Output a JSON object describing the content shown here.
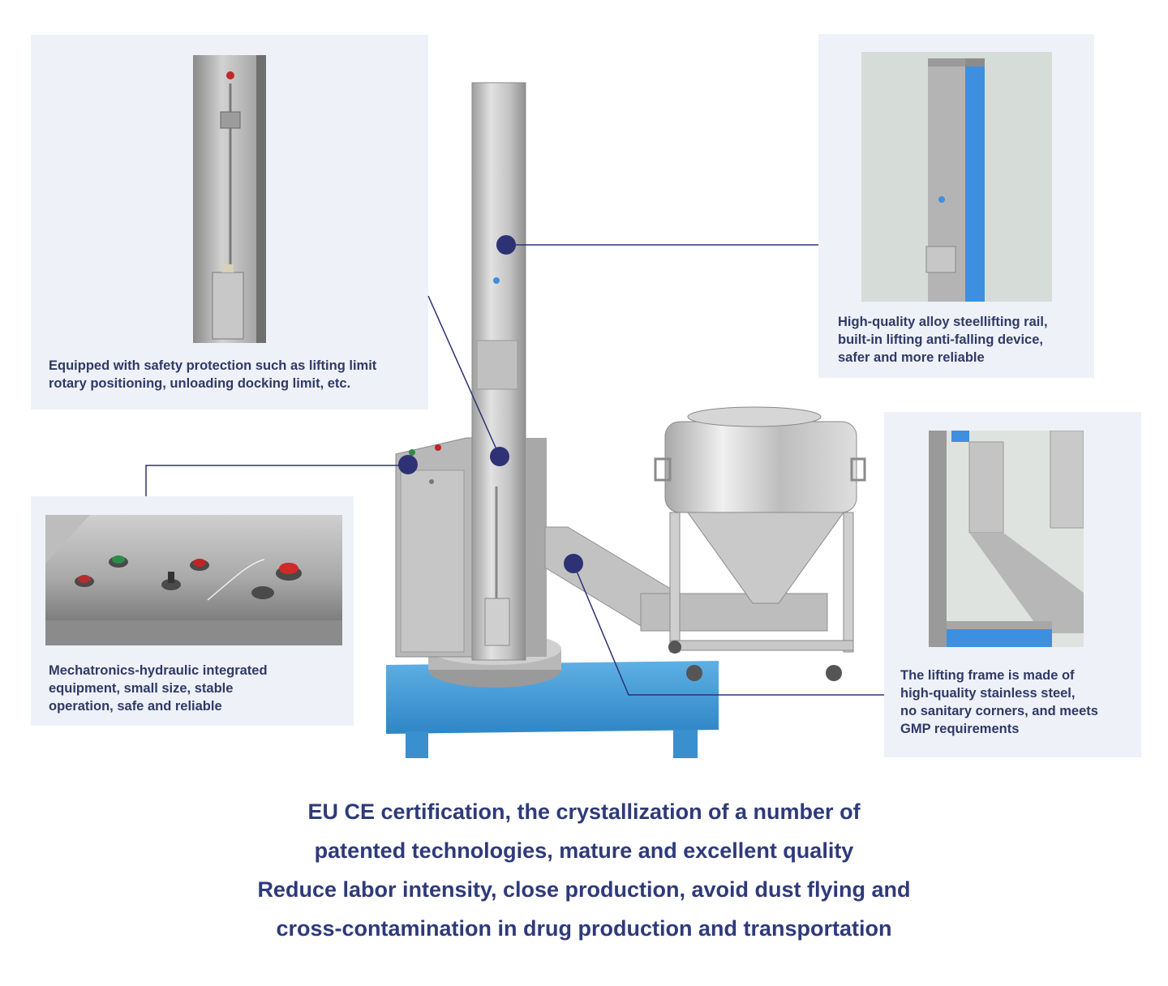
{
  "callouts": {
    "safety_protection": "Equipped with safety protection such as lifting limit\nrotary positioning, unloading docking limit, etc.",
    "lifting_rail": "High-quality alloy steellifting rail,\nbuilt-in lifting anti-falling device,\nsafer and more reliable",
    "mechatronics": "Mechatronics-hydraulic integrated\nequipment, small size, stable\noperation, safe and reliable",
    "lifting_frame": "The lifting frame is made of\nhigh-quality stainless steel,\nno sanitary corners, and meets\nGMP requirements"
  },
  "footer": {
    "line1": "EU CE certification, the crystallization of a number of",
    "line2": "patented technologies, mature and excellent quality",
    "line3": "Reduce labor intensity, close production, avoid dust flying and",
    "line4": "cross-contamination in drug production and transportation"
  },
  "colors": {
    "panel_bg": "#eef1f7",
    "caption_text": "#2f3a66",
    "footer_text": "#2f3a7a",
    "marker": "#2e3275",
    "leader_line": "#2e3275",
    "base_blue": "#3c96d2",
    "accent_blue": "#3f8fe0"
  }
}
